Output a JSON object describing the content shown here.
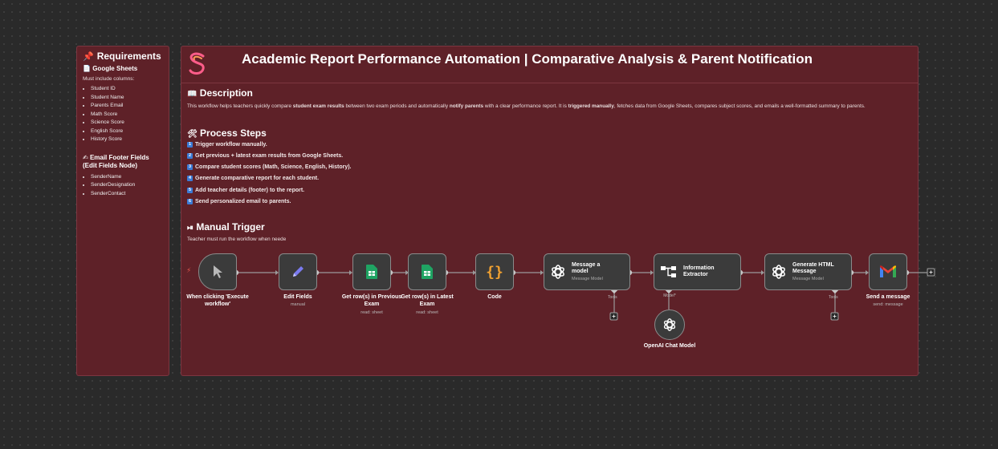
{
  "requirements": {
    "title": "Requirements",
    "sheets_title": "Google Sheets",
    "must_include": "Must include columns:",
    "columns": [
      "Student ID",
      "Student Name",
      "Parents Email",
      "Math Score",
      "Science Score",
      "English Score",
      "History Score"
    ],
    "footer_title": "Email Footer Fields (Edit Fields Node)",
    "footer_fields": [
      "SenderName",
      "SenderDesignation",
      "SenderContact"
    ]
  },
  "main": {
    "title": "Academic Report Performance Automation | Comparative Analysis & Parent Notification",
    "description_heading": "Description",
    "description": {
      "p1": "This workflow helps teachers quickly compare ",
      "b1": "student exam results",
      "p2": " between two exam periods and automatically ",
      "b2": "notify parents",
      "p3": " with a clear performance report. It is ",
      "b3": "triggered manually",
      "p4": ", fetches data from Google Sheets, compares subject scores, and emails a well-formatted summary to parents."
    },
    "steps_heading": "Process Steps",
    "steps": [
      {
        "num": "1",
        "text": "Trigger workflow manually."
      },
      {
        "num": "2",
        "text": "Get previous + latest exam results from Google Sheets."
      },
      {
        "num": "3",
        "text": "Compare student scores (Math, Science, English, History)."
      },
      {
        "num": "4",
        "text": "Generate comparative report for each student."
      },
      {
        "num": "5",
        "text": "Add teacher details (footer) to the report."
      },
      {
        "num": "6",
        "text": "Send personalized email to parents."
      }
    ],
    "trigger_heading": "Manual Trigger",
    "trigger_text": "Teacher must run the workflow when neede"
  },
  "nodes": {
    "trigger": {
      "label": "When clicking 'Execute workflow'"
    },
    "edit_fields": {
      "label": "Edit Fields",
      "sub": "manual"
    },
    "get_prev": {
      "label": "Get row(s) in Previous Exam",
      "sub": "read: sheet"
    },
    "get_latest": {
      "label": "Get row(s) in Latest Exam",
      "sub": "read: sheet"
    },
    "code": {
      "label": "Code"
    },
    "message_model": {
      "title": "Message a model",
      "sub": "Message Model",
      "tools": "Tools"
    },
    "info_extractor": {
      "title": "Information Extractor",
      "port": "Model*"
    },
    "generate_html": {
      "title": "Generate HTML Message",
      "sub": "Message Model",
      "tools": "Tools"
    },
    "send_message": {
      "label": "Send a message",
      "sub": "send: message"
    },
    "openai_chat": {
      "label": "OpenAI Chat Model"
    }
  },
  "colors": {
    "note_bg": "#5e2128",
    "canvas": "#2a2a2a",
    "node_bg": "#3b3b3b"
  }
}
